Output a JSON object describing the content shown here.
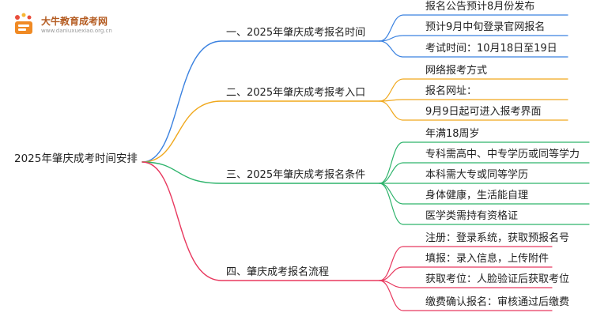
{
  "logo": {
    "title": "大牛教育成考网",
    "url": "www.daniuxuexiao.org.cn",
    "colors": {
      "primary": "#f08a24",
      "accent": "#e94e3c"
    }
  },
  "root": {
    "label": "2025年肇庆成考时间安排"
  },
  "branches": [
    {
      "label": "一、2025年肇庆成考报名时间",
      "color": "#3b82e0",
      "leaves": [
        "报名公告预计8月份发布",
        "预计9月中旬登录官网报名",
        "考试时间：10月18日至19日"
      ]
    },
    {
      "label": "二、2025年肇庆成考报考入口",
      "color": "#f0a81c",
      "leaves": [
        "网络报考方式",
        "报名网址：",
        "9月9日起可进入报考界面"
      ]
    },
    {
      "label": "三、2025年肇庆成考报名条件",
      "color": "#2db36b",
      "leaves": [
        "年满18周岁",
        "专科需高中、中专学历或同等学力",
        "本科需大专或同等学历",
        "身体健康，生活能自理",
        "医学类需持有资格证"
      ]
    },
    {
      "label": "四、肇庆成考报名流程",
      "color": "#e8395f",
      "leaves": [
        "注册：登录系统，获取预报名号",
        "填报：录入信息，上传附件",
        "获取考位：人脸验证后获取考位",
        "缴费确认报名：审核通过后缴费"
      ]
    }
  ]
}
